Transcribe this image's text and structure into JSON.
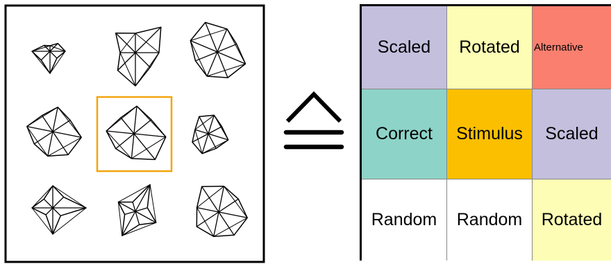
{
  "colors": {
    "scaled": "#c3bfdd",
    "rotated": "#fdfdb5",
    "alternative": "#fa7f6f",
    "correct": "#8dd3c7",
    "stimulus": "#fcbf00",
    "random": "#ffffff",
    "highlight_box": "#f2a50c"
  },
  "grid": {
    "cells": [
      {
        "label": "Scaled",
        "kind": "scaled"
      },
      {
        "label": "Rotated",
        "kind": "rotated"
      },
      {
        "label": "Alternative",
        "kind": "alternative"
      },
      {
        "label": "Correct",
        "kind": "correct"
      },
      {
        "label": "Stimulus",
        "kind": "stimulus"
      },
      {
        "label": "Scaled",
        "kind": "scaled"
      },
      {
        "label": "Random",
        "kind": "random"
      },
      {
        "label": "Random",
        "kind": "random"
      },
      {
        "label": "Rotated",
        "kind": "rotated"
      }
    ]
  },
  "glyphs": [
    {
      "icon": "star-glyph-icon",
      "role": "alternative"
    },
    {
      "icon": "star-glyph-icon",
      "role": "scaled"
    },
    {
      "icon": "star-glyph-icon",
      "role": "rotated"
    },
    {
      "icon": "star-glyph-icon",
      "role": "correct"
    },
    {
      "icon": "star-glyph-icon",
      "role": "stimulus"
    },
    {
      "icon": "star-glyph-icon",
      "role": "scaled"
    },
    {
      "icon": "star-glyph-icon",
      "role": "random"
    },
    {
      "icon": "star-glyph-icon",
      "role": "random"
    },
    {
      "icon": "star-glyph-icon",
      "role": "rotated"
    }
  ],
  "equivalence_symbol": "equals-with-hat-icon"
}
